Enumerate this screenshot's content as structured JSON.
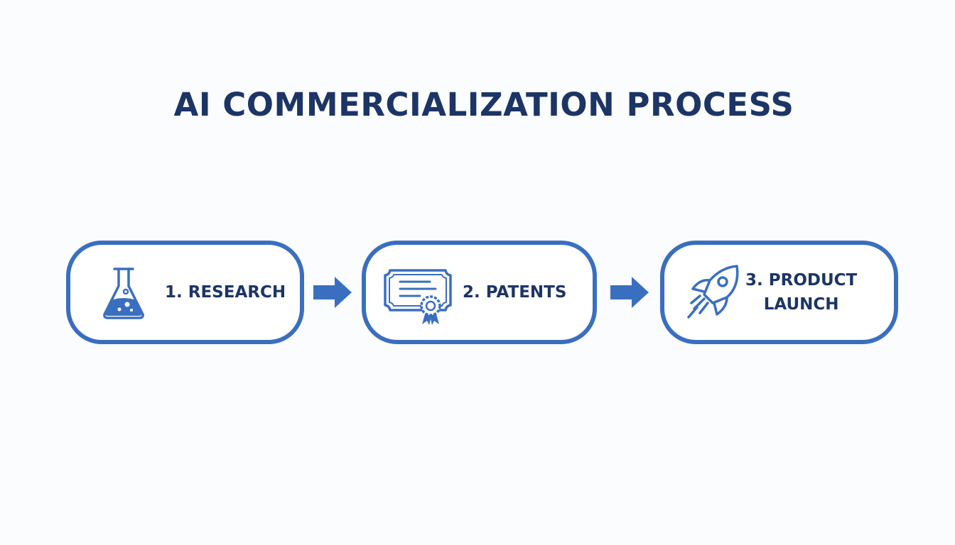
{
  "title": "AI COMMERCIALIZATION PROCESS",
  "colors": {
    "accent": "#3a6fbf",
    "text": "#1c3566",
    "background": "#fbfcfd"
  },
  "steps": [
    {
      "label": "1. RESEARCH",
      "icon": "flask-icon"
    },
    {
      "label": "2. PATENTS",
      "icon": "certificate-icon"
    },
    {
      "label": "3. PRODUCT\nLAUNCH",
      "icon": "rocket-icon"
    }
  ],
  "connectors": [
    "arrow-right-icon",
    "arrow-right-icon"
  ]
}
